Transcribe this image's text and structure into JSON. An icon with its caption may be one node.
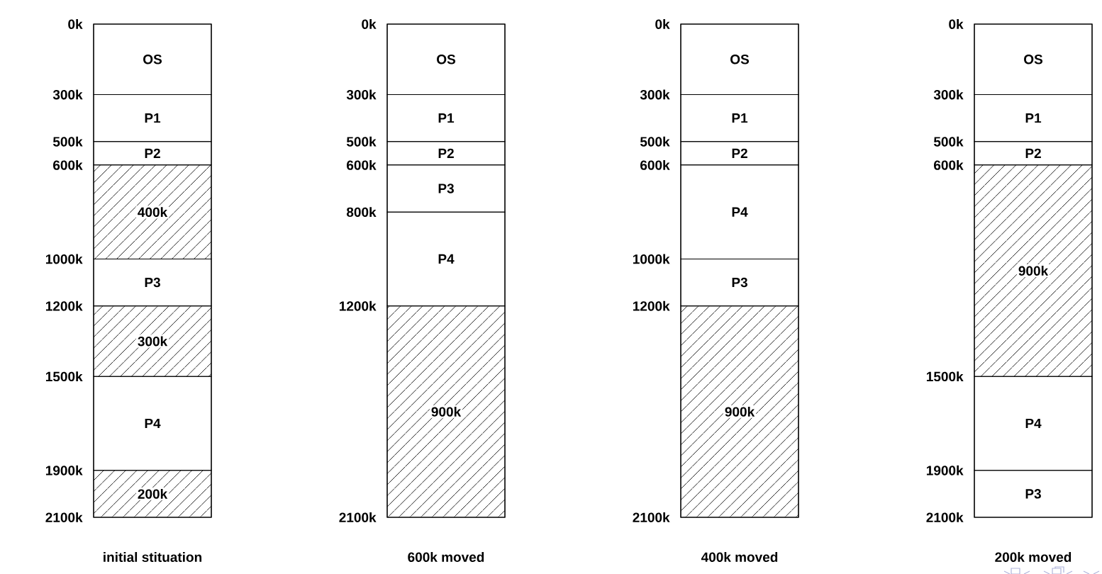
{
  "diagram": {
    "nodes": [
      {
        "text": [],
        "shape": "bar",
        "beside": [
          "initial stituation"
        ]
      },
      {
        "text": [
          "OS"
        ],
        "in": 0
      },
      {
        "text": [
          "P1"
        ],
        "in": 0
      },
      {
        "text": [
          "P2"
        ],
        "in": 0
      },
      {
        "text": [
          "400k"
        ],
        "in": 0
      },
      {
        "text": [
          "P3"
        ],
        "in": 0
      },
      {
        "text": [
          "300k"
        ],
        "in": 0
      },
      {
        "text": [
          "P4"
        ],
        "in": 0
      },
      {
        "text": [
          "200k"
        ],
        "in": 0
      },
      {
        "text": [],
        "shape": "bar",
        "beside": [
          "600k moved"
        ]
      },
      {
        "text": [
          "OS"
        ],
        "in": 9
      },
      {
        "text": [
          "P1"
        ],
        "in": 9
      },
      {
        "text": [
          "P2"
        ],
        "in": 9
      },
      {
        "text": [
          "P3"
        ],
        "in": 9
      },
      {
        "text": [
          "P4"
        ],
        "in": 9
      },
      {
        "text": [
          "900k"
        ],
        "in": 9
      },
      {
        "text": [],
        "shape": "bar",
        "beside": [
          "400k moved"
        ]
      },
      {
        "text": [
          "OS"
        ],
        "in": 16
      },
      {
        "text": [
          "P1"
        ],
        "in": 16
      },
      {
        "text": [
          "P2"
        ],
        "in": 16
      },
      {
        "text": [
          "P4"
        ],
        "in": 16
      },
      {
        "text": [
          "P3"
        ],
        "in": 16
      },
      {
        "text": [
          "900k"
        ],
        "in": 16
      },
      {
        "text": [],
        "shape": "bar",
        "beside": [
          "200k moved"
        ]
      },
      {
        "text": [
          "OS"
        ],
        "in": 23
      },
      {
        "text": [
          "P1"
        ],
        "in": 23
      },
      {
        "text": [
          "P2"
        ],
        "in": 23
      },
      {
        "text": [
          "900k"
        ],
        "in": 23
      },
      {
        "text": [
          "P4"
        ],
        "in": 23
      },
      {
        "text": [
          "P3"
        ],
        "in": 23
      }
    ],
    "labels": [
      "0k",
      "300k",
      "500k",
      "600k",
      "1000k",
      "1200k",
      "1500k",
      "1900k",
      "2100k",
      "0k",
      "300k",
      "500k",
      "600k",
      "800k",
      "1200k",
      "2100k",
      "0k",
      "300k",
      "500k",
      "600k",
      "1000k",
      "1200k",
      "2100k",
      "0k",
      "300k",
      "500k",
      "600k",
      "1500k",
      "1900k",
      "2100k"
    ]
  }
}
